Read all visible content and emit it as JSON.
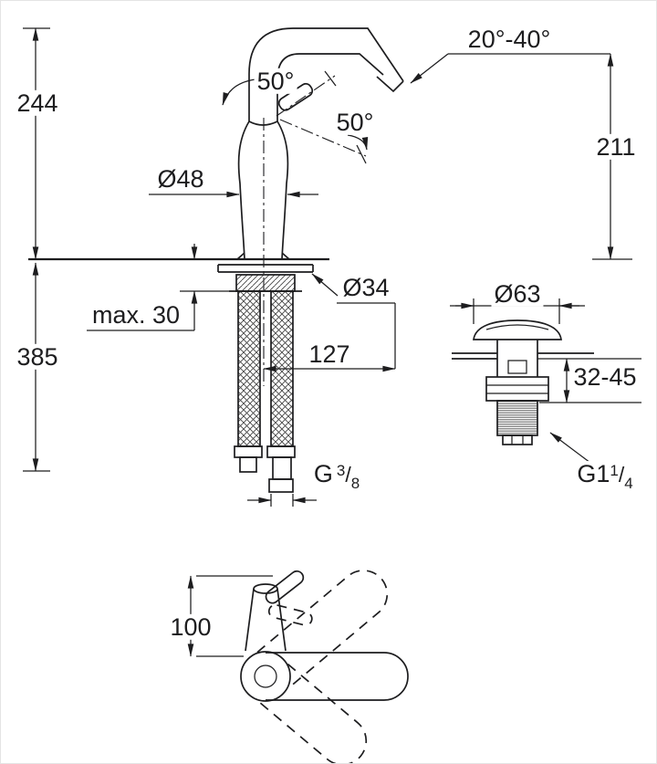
{
  "drawing": {
    "title": "Single-lever basin mixer technical dimension drawing",
    "colors": {
      "line": "#1d1d1f",
      "background": "#ffffff"
    },
    "labels": {
      "height_total": "244",
      "depth_below": "385",
      "spout_height": "211",
      "handle_angle_left": "50°",
      "handle_angle_right": "50°",
      "spout_swivel_range": "20°-40°",
      "body_diameter": "Ø48",
      "hole_diameter": "Ø34",
      "max_deck_thickness": "max. 30",
      "offset_127": "127",
      "waste_flange_diameter": "Ø63",
      "waste_deck_range": "32-45",
      "top_view_depth": "100",
      "supply_thread": {
        "prefix": "G",
        "numerator": "3",
        "slash": "/",
        "denominator": "8"
      },
      "waste_thread": {
        "prefix": "G1",
        "numerator": "1",
        "slash": "/",
        "denominator": "4"
      }
    }
  }
}
